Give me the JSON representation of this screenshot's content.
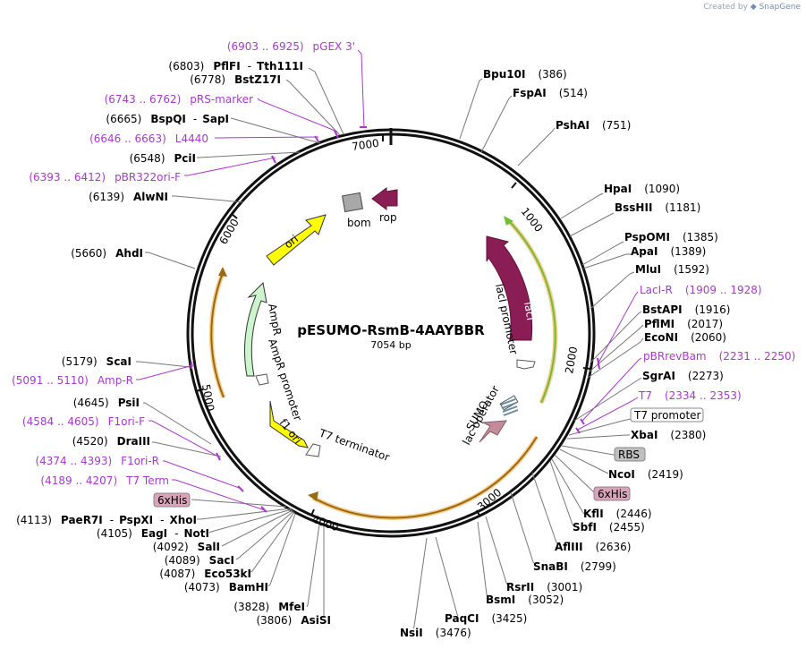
{
  "credit": {
    "prefix": "Created by",
    "brand": "SnapGene"
  },
  "plasmid": {
    "name": "pESUMO-RsmB-4AAYBBR",
    "size": "7054 bp"
  },
  "ticks": [
    "1000",
    "2000",
    "3000",
    "4000",
    "5000",
    "6000",
    "7000"
  ],
  "features": [
    {
      "name": "lacI",
      "color": "#8b1d55"
    },
    {
      "name": "lacI promoter",
      "color": "#ffffff"
    },
    {
      "name": "lac operator",
      "color": "#ffffff"
    },
    {
      "name": "SUMO",
      "color": "#c48b9c"
    },
    {
      "name": "T7 terminator",
      "color": "#ffffff"
    },
    {
      "name": "f1 ori",
      "color": "#ffff00"
    },
    {
      "name": "AmpR promoter",
      "color": "#ffffff"
    },
    {
      "name": "AmpR",
      "color": "#ccf5cc"
    },
    {
      "name": "ori",
      "color": "#ffff00"
    },
    {
      "name": "bom",
      "color": "#a8a8a8"
    },
    {
      "name": "rop",
      "color": "#8b1d55"
    }
  ],
  "boxed_features": {
    "t7_promoter": "T7 promoter",
    "rbs": "RBS",
    "his_right": "6xHis",
    "his_left": "6xHis"
  },
  "sites_right": [
    {
      "enzyme": "Bpu10I",
      "pos": "(386)"
    },
    {
      "enzyme": "FspAI",
      "pos": "(514)"
    },
    {
      "enzyme": "PshAI",
      "pos": "(751)"
    },
    {
      "enzyme": "HpaI",
      "pos": "(1090)"
    },
    {
      "enzyme": "BssHII",
      "pos": "(1181)"
    },
    {
      "enzyme": "PspOMI",
      "pos": "(1385)"
    },
    {
      "enzyme": "ApaI",
      "pos": "(1389)"
    },
    {
      "enzyme": "MluI",
      "pos": "(1592)"
    },
    {
      "enzyme": "BstAPI",
      "pos": "(1916)"
    },
    {
      "enzyme": "PflMI",
      "pos": "(2017)"
    },
    {
      "enzyme": "EcoNI",
      "pos": "(2060)"
    },
    {
      "enzyme": "SgrAI",
      "pos": "(2273)"
    },
    {
      "enzyme": "XbaI",
      "pos": "(2380)"
    },
    {
      "enzyme": "NcoI",
      "pos": "(2419)"
    },
    {
      "enzyme": "KflI",
      "pos": "(2446)"
    },
    {
      "enzyme": "SbfI",
      "pos": "(2455)"
    },
    {
      "enzyme": "AflIII",
      "pos": "(2636)"
    },
    {
      "enzyme": "SnaBI",
      "pos": "(2799)"
    },
    {
      "enzyme": "RsrII",
      "pos": "(3001)"
    },
    {
      "enzyme": "BsmI",
      "pos": "(3052)"
    },
    {
      "enzyme": "PaqCI",
      "pos": "(3425)"
    },
    {
      "enzyme": "NsiI",
      "pos": "(3476)"
    }
  ],
  "primers_right": [
    {
      "name": "LacI-R",
      "range": "(1909 .. 1928)"
    },
    {
      "name": "pBRrevBam",
      "range": "(2231 .. 2250)"
    },
    {
      "name": "T7",
      "range": "(2334 .. 2353)"
    }
  ],
  "sites_left": [
    {
      "pos": "(6803)",
      "enzyme": "PflFI",
      "sep": "-",
      "enzyme2": "Tth111I"
    },
    {
      "pos": "(6778)",
      "enzyme": "BstZ17I"
    },
    {
      "pos": "(6665)",
      "enzyme": "BspQI",
      "sep": "-",
      "enzyme2": "SapI"
    },
    {
      "pos": "(6548)",
      "enzyme": "PciI"
    },
    {
      "pos": "(6139)",
      "enzyme": "AlwNI"
    },
    {
      "pos": "(5660)",
      "enzyme": "AhdI"
    },
    {
      "pos": "(5179)",
      "enzyme": "ScaI"
    },
    {
      "pos": "(4645)",
      "enzyme": "PsiI"
    },
    {
      "pos": "(4520)",
      "enzyme": "DraIII"
    },
    {
      "pos": "(4113)",
      "enzyme": "PaeR7I",
      "sep": "-",
      "enzyme2": "PspXI",
      "sep2": "-",
      "enzyme3": "XhoI"
    },
    {
      "pos": "(4105)",
      "enzyme": "EagI",
      "sep": "-",
      "enzyme2": "NotI"
    },
    {
      "pos": "(4092)",
      "enzyme": "SalI"
    },
    {
      "pos": "(4089)",
      "enzyme": "SacI"
    },
    {
      "pos": "(4087)",
      "enzyme": "Eco53kI"
    },
    {
      "pos": "(4073)",
      "enzyme": "BamHI"
    },
    {
      "pos": "(3828)",
      "enzyme": "MfeI"
    },
    {
      "pos": "(3806)",
      "enzyme": "AsiSI"
    }
  ],
  "primers_left": [
    {
      "range": "(6903 .. 6925)",
      "name": "pGEX 3'"
    },
    {
      "range": "(6743 .. 6762)",
      "name": "pRS-marker"
    },
    {
      "range": "(6646 .. 6663)",
      "name": "L4440"
    },
    {
      "range": "(6393 .. 6412)",
      "name": "pBR322ori-F"
    },
    {
      "range": "(5091 .. 5110)",
      "name": "Amp-R"
    },
    {
      "range": "(4584 .. 4605)",
      "name": "F1ori-F"
    },
    {
      "range": "(4374 .. 4393)",
      "name": "F1ori-R"
    },
    {
      "range": "(4189 .. 4207)",
      "name": "T7 Term"
    }
  ]
}
